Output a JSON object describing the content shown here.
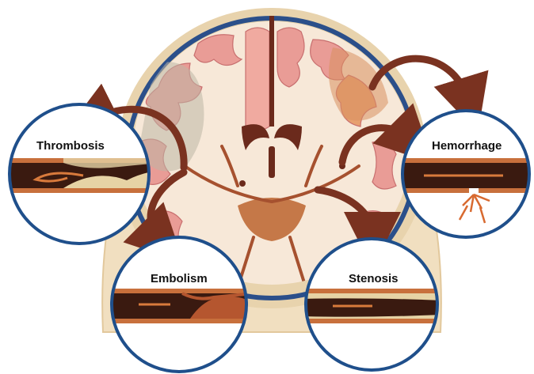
{
  "labels": {
    "thrombosis": "Thrombosis",
    "hemorrhage": "Hemorrhage",
    "embolism": "Embolism",
    "stenosis": "Stenosis"
  },
  "icons": [
    "brain-cross-section-icon",
    "blood-vessel-icon",
    "blood-clot-icon",
    "arrow-icon"
  ],
  "colors": {
    "circle_border": "#1f4f8b",
    "arrow": "#7a3220",
    "vessel_wall": "#c8703c",
    "blood": "#3a1a10",
    "clot": "#b5562f",
    "plaque": "#e6d3a5",
    "skull": "#ead8b8",
    "brain_tissue": "#f7e8d8",
    "gray_matter": "#e79a94"
  }
}
